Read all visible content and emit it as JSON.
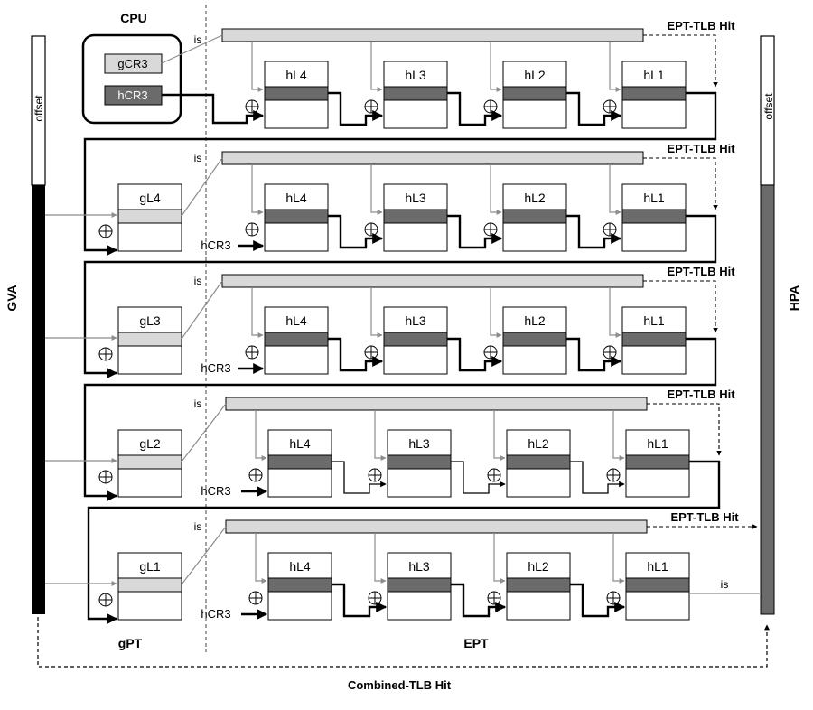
{
  "cpu": {
    "title": "CPU",
    "gcr3": "gCR3",
    "hcr3": "hCR3"
  },
  "gva": {
    "label": "GVA",
    "offset": "offset"
  },
  "hpa": {
    "label": "HPA",
    "offset": "offset"
  },
  "labels": {
    "is": "is",
    "ept_tlb_hit": "EPT-TLB Hit",
    "combined_tlb_hit": "Combined-TLB Hit",
    "hcr3": "hCR3",
    "gpt": "gPT",
    "ept": "EPT"
  },
  "ept_levels": [
    "hL4",
    "hL3",
    "hL2",
    "hL1"
  ],
  "guest_levels": [
    "",
    "gL4",
    "gL3",
    "gL2",
    "gL1"
  ],
  "colors": {
    "guest_fill": "#d9d9d9",
    "host_fill": "#6b6b6b",
    "bar_fill": "#d9d9d9",
    "gva_fill": "#000000",
    "hpa_fill": "#6b6b6b",
    "gray_line": "#8c8c8c"
  }
}
